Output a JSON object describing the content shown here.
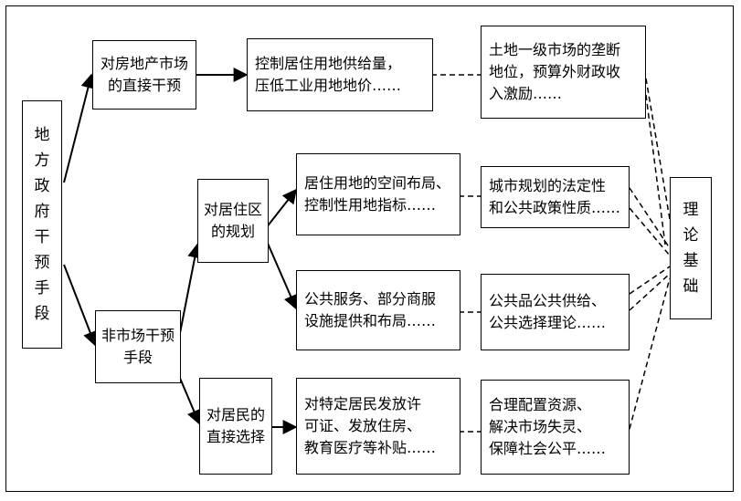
{
  "nodes": {
    "root": "地方政府干预手段",
    "direct_market": "对房地产市场\n的直接干预",
    "nonmarket": "非市场干预\n手段",
    "residential_plan": "对居住区\n的规划",
    "resident_choice": "对居民的\n直接选择",
    "supply_control": "控制居住用地供给量，\n压低工业用地地价……",
    "spatial_layout": "居住用地的空间布局、\n控制性用地指标……",
    "public_service": "公共服务、部分商服\n设施提供和布局……",
    "permits": "对特定居民发放许\n可证、发放住房、\n教育医疗等补贴……",
    "land_monopoly": "土地一级市场的垄断\n地位，预算外财政收\n入激励……",
    "urban_planning": "城市规划的法定性\n和公共政策性质……",
    "public_goods": "公共品公共供给、\n公共选择理论……",
    "resource_allocation": "合理配置资源、\n解决市场失灵、\n保障社会公平……",
    "theory": "理论基础"
  }
}
